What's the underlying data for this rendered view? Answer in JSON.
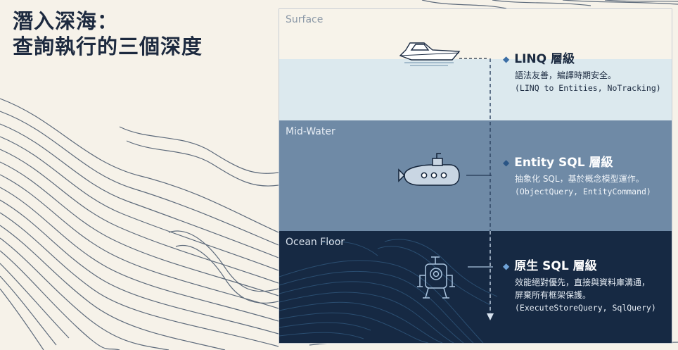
{
  "title": {
    "line1": "潛入深海：",
    "line2": "查詢執行的三個深度"
  },
  "zones": {
    "surface": "Surface",
    "mid": "Mid-Water",
    "floor": "Ocean Floor"
  },
  "tiers": [
    {
      "heading": "LINQ 層級",
      "desc": [
        "語法友善，編譯時期安全。"
      ],
      "tech": "(LINQ to Entities, NoTracking)",
      "icon": "speedboat-icon"
    },
    {
      "heading": "Entity SQL 層級",
      "desc": [
        "抽象化 SQL，基於概念模型運作。"
      ],
      "tech": "(ObjectQuery, EntityCommand)",
      "icon": "submarine-icon"
    },
    {
      "heading": "原生 SQL 層級",
      "desc": [
        "效能絕對優先，直接與資料庫溝通，",
        "屏棄所有框架保護。"
      ],
      "tech": "(ExecuteStoreQuery, SqlQuery)",
      "icon": "deep-sea-rover-icon"
    }
  ],
  "colors": {
    "title": "#1d2a3f",
    "surface": "#dce9ee",
    "mid_water": "#6f8aa6",
    "ocean_floor": "#162943",
    "accent": "#3b6ea5"
  }
}
